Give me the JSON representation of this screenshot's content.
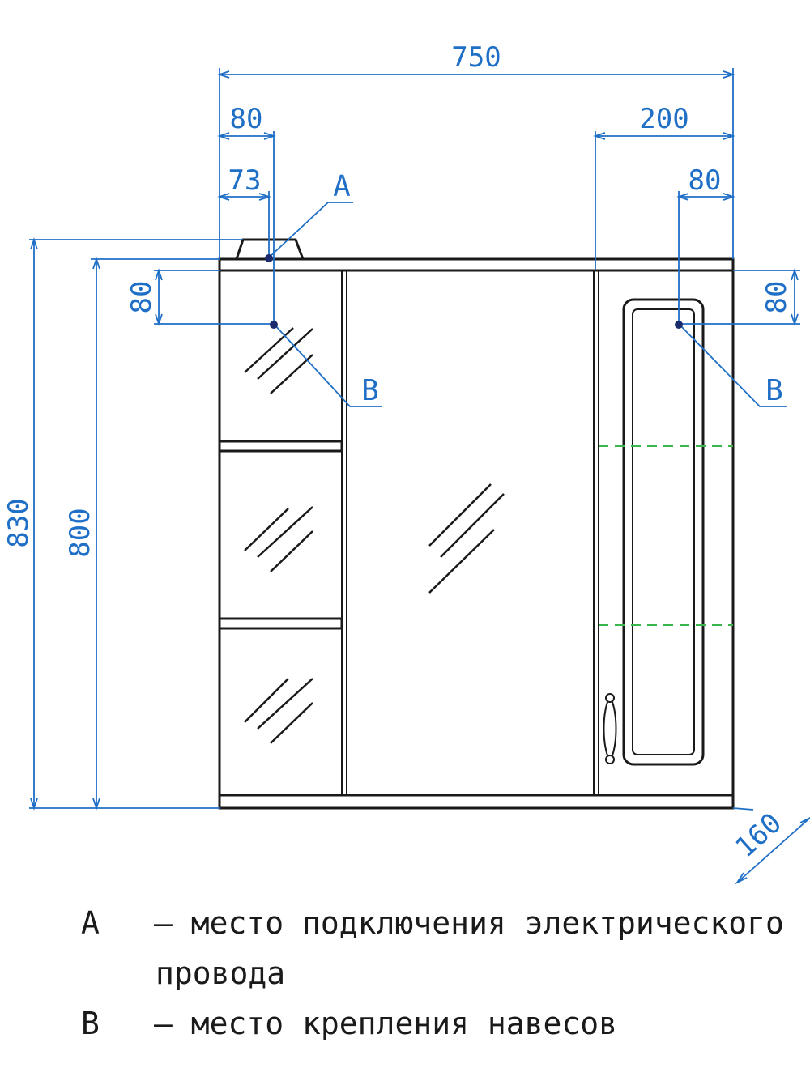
{
  "dimensions": {
    "overall_width": "750",
    "left_80": "80",
    "left_73": "73",
    "right_200": "200",
    "right_80": "80",
    "left_vertical_80": "80",
    "right_vertical_80": "80",
    "height_830": "830",
    "height_800": "800",
    "depth_160": "160"
  },
  "callouts": {
    "a": "A",
    "b_left": "B",
    "b_right": "B"
  },
  "legend": {
    "a_key": "A",
    "a_dash": "–",
    "a_text_line1": "место подключения электрического",
    "a_text_line2": "провода",
    "b_key": "B",
    "b_dash": "–",
    "b_text": "место крепления навесов"
  },
  "colors": {
    "dimension_blue": "#1f6fc6",
    "shelf_green": "#3bb54a",
    "outline": "#1a1a1a"
  }
}
